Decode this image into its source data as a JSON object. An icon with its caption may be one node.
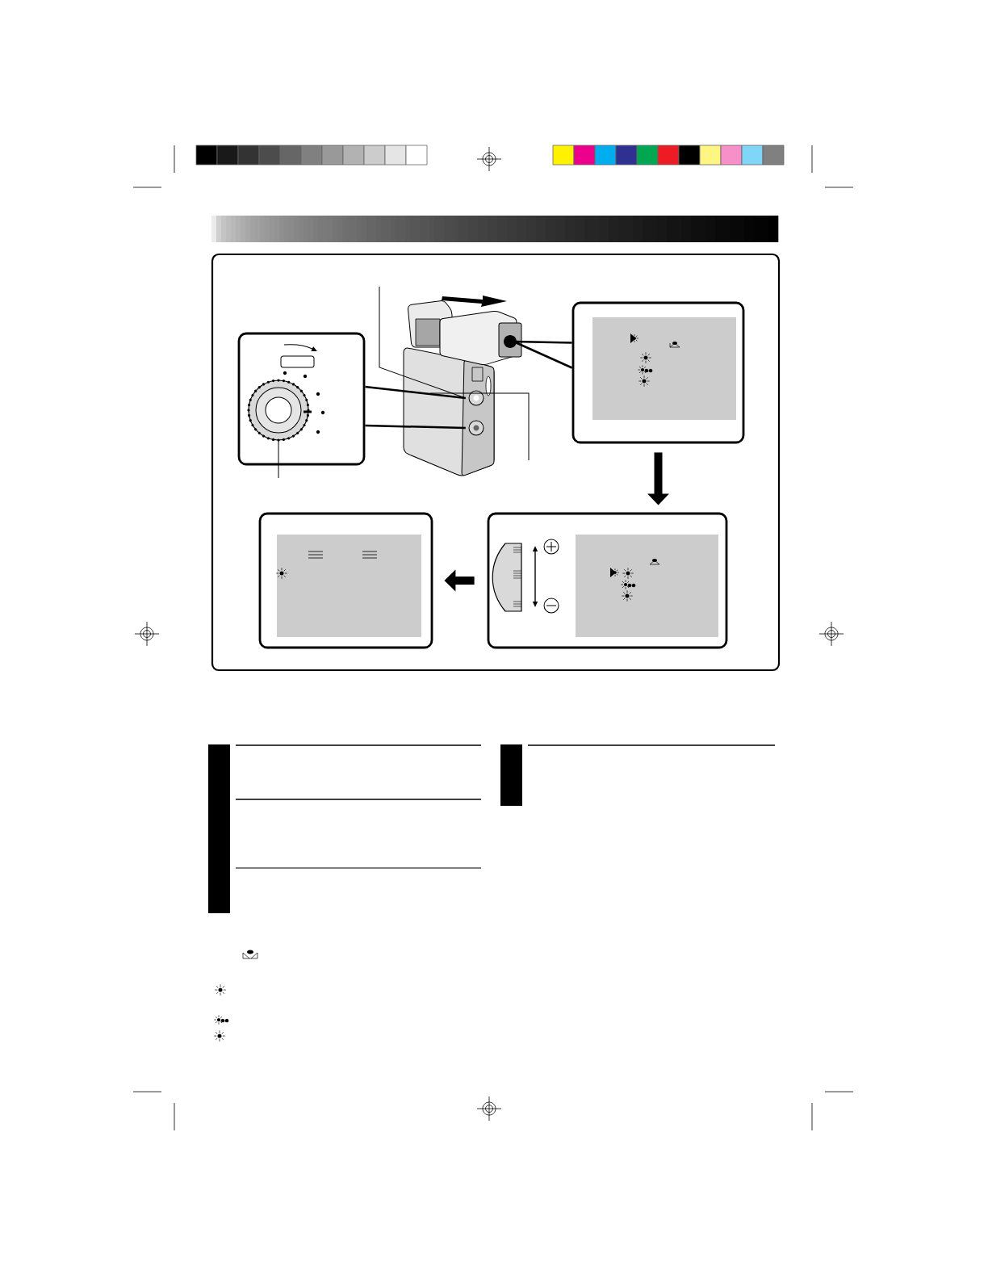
{
  "diagram": {
    "nodes": [
      {
        "text": [],
        "shape": "box"
      },
      {
        "text": [],
        "shape": "picture"
      },
      {
        "text": [],
        "shape": "box"
      },
      {
        "text": [],
        "shape": "box"
      },
      {
        "text": [],
        "shape": "box"
      },
      {
        "text": [],
        "shape": "circle",
        "in": 0
      }
    ],
    "edges": [
      {
        "from": 0,
        "to": 1,
        "arrow": "none"
      },
      {
        "from": 0,
        "to": 1,
        "arrow": "none"
      },
      {
        "from": 1,
        "to": 2,
        "arrow": "none"
      },
      {
        "from": 2,
        "to": 3,
        "arrow": "to",
        "style": "thick"
      },
      {
        "from": 3,
        "to": 4,
        "arrow": "to",
        "style": "thick"
      },
      {
        "from": null,
        "to": 1,
        "arrow": "none"
      },
      {
        "from": null,
        "to": 1,
        "arrow": "none"
      },
      {
        "from": null,
        "to": 5,
        "arrow": "none"
      }
    ]
  }
}
